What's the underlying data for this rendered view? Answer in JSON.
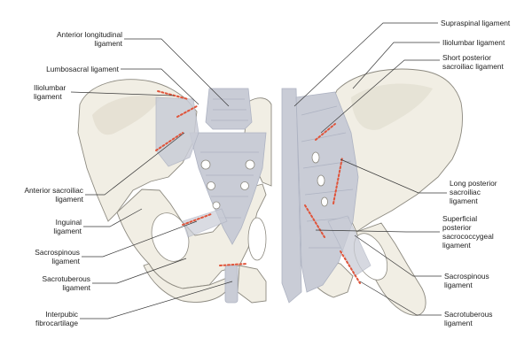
{
  "colors": {
    "bone": "#f1eee4",
    "bone_shade": "#dcd7c7",
    "outline": "#8d8a80",
    "ligament": "#c9ccd6",
    "ligament_line": "#aeb3c2",
    "marker": "#e0543a",
    "leader": "#3a3a3a",
    "text": "#222222"
  },
  "labels_left": [
    {
      "lines": [
        "Anterior longitudinal",
        "ligament"
      ]
    },
    {
      "lines": [
        "Lumbosacral ligament"
      ]
    },
    {
      "lines": [
        "Iliolumbar",
        "ligament"
      ]
    },
    {
      "lines": [
        "Anterior sacroiliac",
        "ligament"
      ]
    },
    {
      "lines": [
        "Inguinal",
        "ligament"
      ]
    },
    {
      "lines": [
        "Sacrospinous",
        "ligament"
      ]
    },
    {
      "lines": [
        "Sacrotuberous",
        "ligament"
      ]
    },
    {
      "lines": [
        "Interpubic",
        "fibrocartilage"
      ]
    }
  ],
  "labels_right": [
    {
      "lines": [
        "Supraspinal ligament"
      ]
    },
    {
      "lines": [
        "Iliolumbar ligament"
      ]
    },
    {
      "lines": [
        "Short posterior",
        "sacroiliac ligament"
      ]
    },
    {
      "lines": [
        "Long posterior",
        "sacroiliac",
        "ligament"
      ]
    },
    {
      "lines": [
        "Superficial",
        "posterior",
        "sacrococcygeal",
        "ligament"
      ]
    },
    {
      "lines": [
        "Sacrospinous",
        "ligament"
      ]
    },
    {
      "lines": [
        "Sacrotuberous",
        "ligament"
      ]
    }
  ]
}
